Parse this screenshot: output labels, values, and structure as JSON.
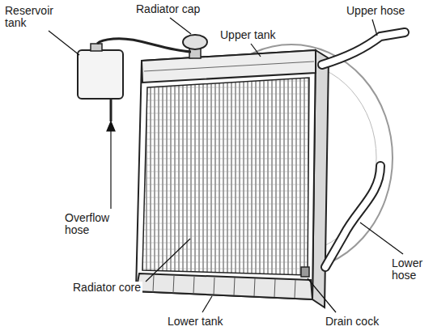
{
  "diagram": {
    "labels": [
      "Reservoir tank",
      "Radiator cap",
      "Upper tank",
      "Upper hose",
      "Overflow hose",
      "Radiator core",
      "Lower hose",
      "Lower tank",
      "Drain cock"
    ]
  }
}
